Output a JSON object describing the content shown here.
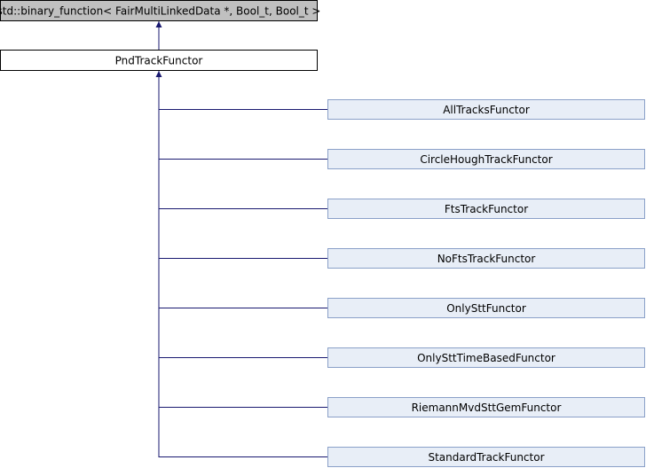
{
  "colors": {
    "edge": "#191970",
    "box_border": "#000000",
    "base_fill": "#c0c0c0",
    "self_fill": "#ffffff",
    "child_fill": "#e8eef7",
    "child_border": "#8aa0c8"
  },
  "diagram": {
    "base_class": {
      "label": "std::binary_function< FairMultiLinkedData *, Bool_t, Bool_t >"
    },
    "main_class": {
      "label": "PndTrackFunctor"
    },
    "children": [
      {
        "label": "AllTracksFunctor"
      },
      {
        "label": "CircleHoughTrackFunctor"
      },
      {
        "label": "FtsTrackFunctor"
      },
      {
        "label": "NoFtsTrackFunctor"
      },
      {
        "label": "OnlySttFunctor"
      },
      {
        "label": "OnlySttTimeBasedFunctor"
      },
      {
        "label": "RiemannMvdSttGemFunctor"
      },
      {
        "label": "StandardTrackFunctor"
      }
    ]
  }
}
